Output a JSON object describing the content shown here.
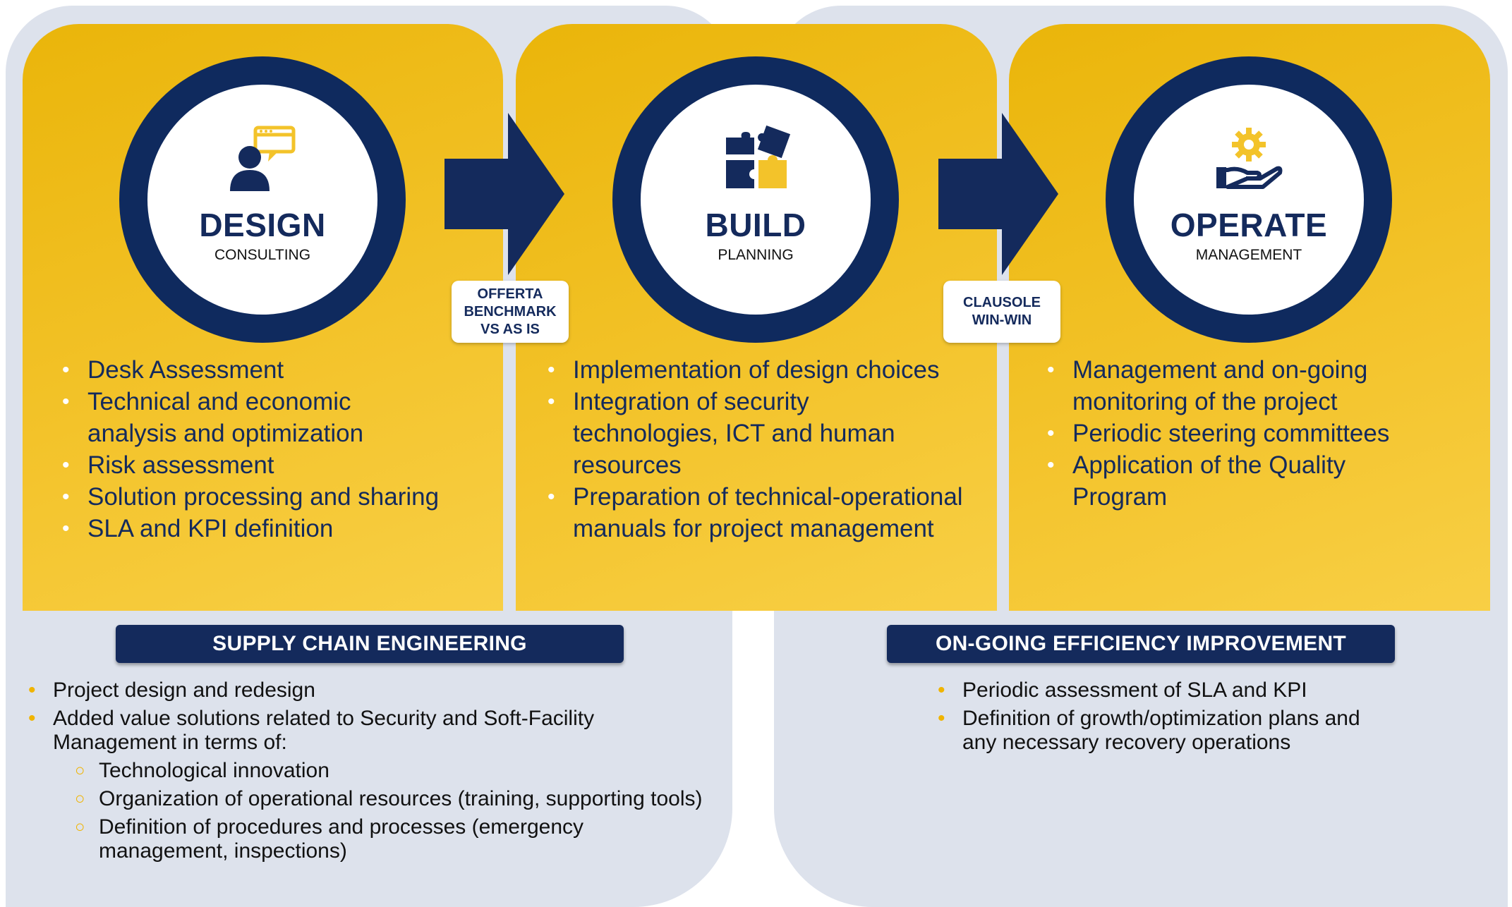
{
  "stages": [
    {
      "title": "DESIGN",
      "subtitle": "CONSULTING",
      "icon": "user-chat-icon",
      "items": [
        "Desk Assessment",
        "Technical and economic analysis and optimization",
        "Risk assessment",
        "Solution processing and sharing",
        "SLA and KPI definition"
      ]
    },
    {
      "title": "BUILD",
      "subtitle": "PLANNING",
      "icon": "puzzle-icon",
      "items": [
        "Implementation of design choices",
        "Integration of security technologies, ICT and human resources",
        "Preparation of technical-operational manuals for project management"
      ]
    },
    {
      "title": "OPERATE",
      "subtitle": "MANAGEMENT",
      "icon": "gear-hand-icon",
      "items": [
        "Management and on-going monitoring of the project",
        "Periodic steering committees",
        "Application of the Quality Program"
      ]
    }
  ],
  "transitions": [
    {
      "line1": "OFFERTA",
      "line2": "BENCHMARK",
      "line3": "VS AS IS"
    },
    {
      "line1": "CLAUSOLE",
      "line2": "WIN-WIN"
    }
  ],
  "supply_chain": {
    "title": "SUPPLY CHAIN ENGINEERING",
    "items": [
      "Project design and redesign",
      "Added value solutions related to Security and Soft-Facility Management in terms of:"
    ],
    "subitems": [
      "Technological innovation",
      "Organization of operational resources (training, supporting tools)",
      "Definition of procedures and processes (emergency management, inspections)"
    ]
  },
  "efficiency": {
    "title": "ON-GOING EFFICIENCY IMPROVEMENT",
    "items": [
      "Periodic assessment of SLA and KPI",
      "Definition of growth/optimization plans and any necessary recovery operations"
    ]
  },
  "colors": {
    "navy": "#142a5c",
    "gold": "#f0b400",
    "panel": "#dde2ec"
  }
}
